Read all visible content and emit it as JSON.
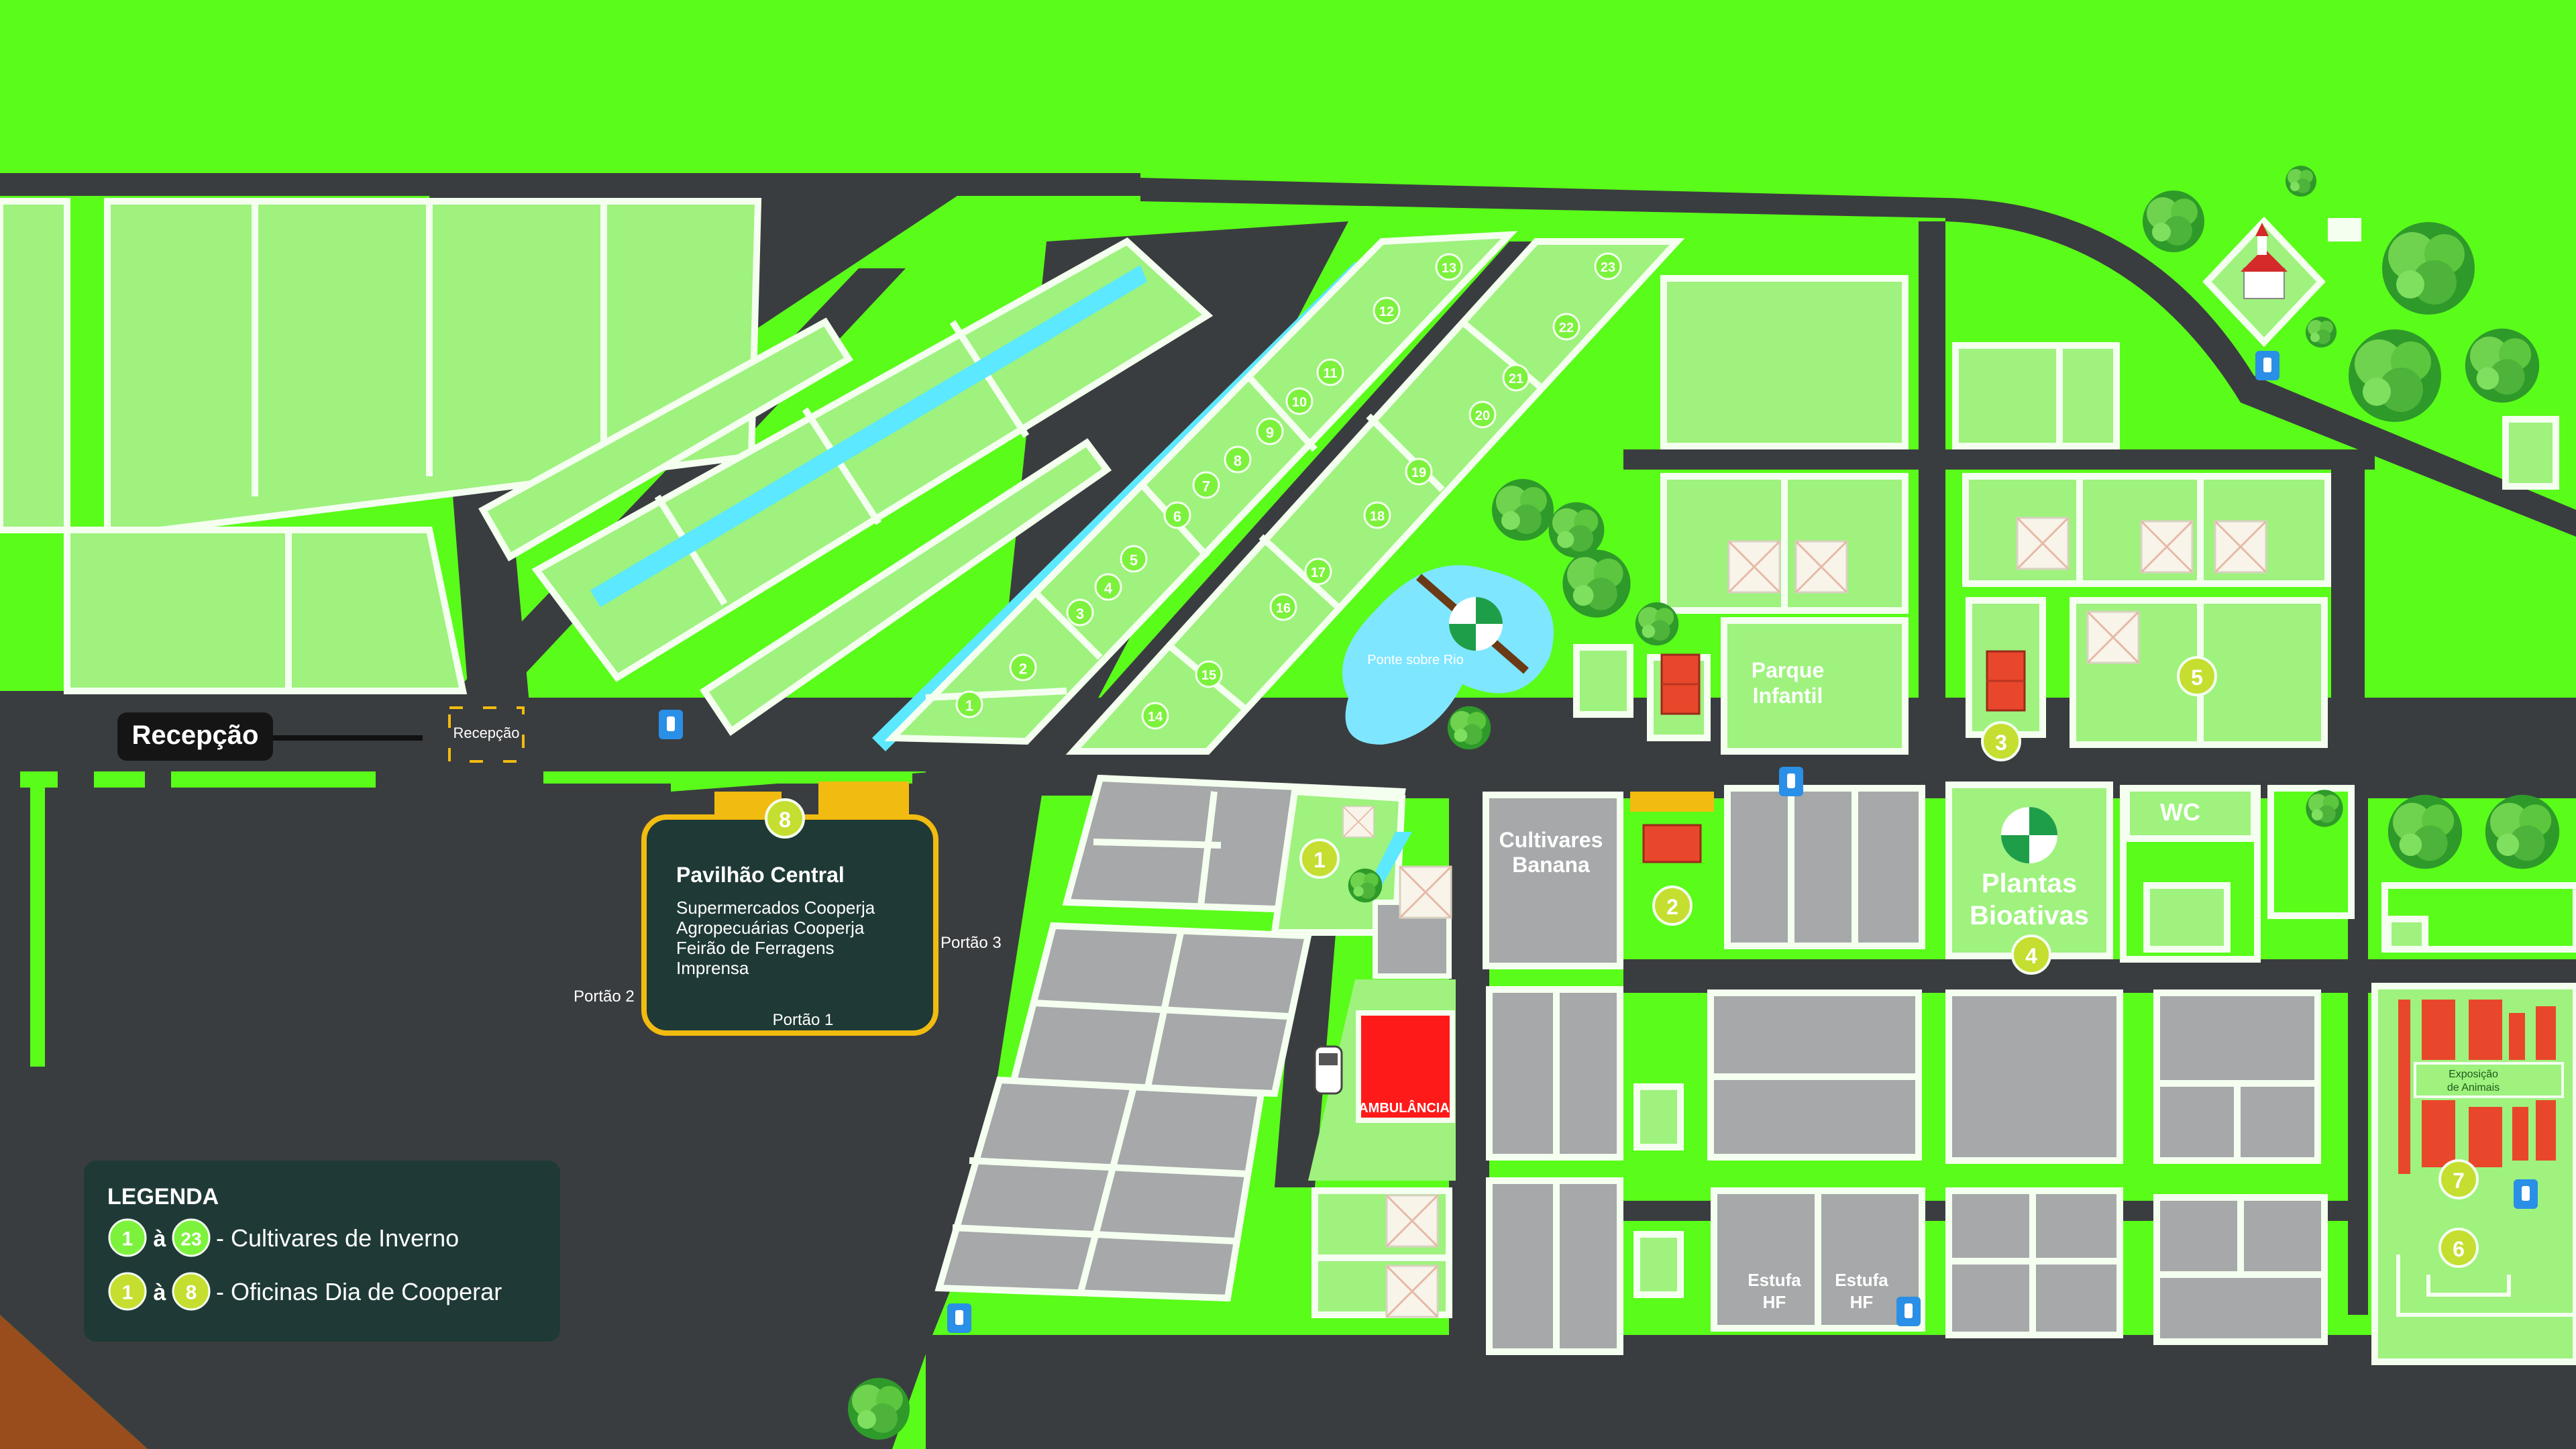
{
  "colors": {
    "background": "#5afc1a",
    "road": "#3a3d3f",
    "plot_fill": "#9ef27d",
    "plot_stroke": "#f4fff0",
    "gray_plot": "#a6a8a9",
    "winter_marker": "#7cf23c",
    "workshop_marker": "#c5de30",
    "pavilion_border": "#f2bb10",
    "canal": "#5ce8ff",
    "lake": "#7fe6ff",
    "ambulance": "#ff1a1a",
    "shed": "#e8472b",
    "soil": "#9a4d1c",
    "legend_bg": "#1f3a36"
  },
  "labels": {
    "reception_tag": "Recepção",
    "reception_small": "Recepção",
    "bridge": "Ponte sobre Rio",
    "parque": [
      "Parque",
      "Infantil"
    ],
    "cultivares_banana": [
      "Cultivares",
      "Banana"
    ],
    "plantas": [
      "Plantas",
      "Bioativas"
    ],
    "wc": "WC",
    "ambulance": "AMBULÂNCIA",
    "estufa": [
      "Estufa",
      "HF"
    ],
    "exposicao": [
      "Exposição",
      "de Animais"
    ],
    "portao1": "Portão 1",
    "portao2": "Portão 2",
    "portao3": "Portão 3"
  },
  "pavilion": {
    "title": "Pavilhão Central",
    "lines": [
      "Supermercados Cooperja",
      "Agropecuárias Cooperja",
      "Feirão de Ferragens",
      "Imprensa"
    ]
  },
  "legend": {
    "title": "LEGENDA",
    "connector": "à",
    "row1": {
      "from": "1",
      "to": "23",
      "text": "- Cultivares de Inverno"
    },
    "row2": {
      "from": "1",
      "to": "8",
      "text": "- Oficinas Dia de Cooperar"
    }
  },
  "winter_markers": [
    "1",
    "2",
    "3",
    "4",
    "5",
    "6",
    "7",
    "8",
    "9",
    "10",
    "11",
    "12",
    "13",
    "14",
    "15",
    "16",
    "17",
    "18",
    "19",
    "20",
    "21",
    "22",
    "23"
  ],
  "workshop_markers": [
    "1",
    "2",
    "3",
    "4",
    "5",
    "6",
    "7",
    "8"
  ]
}
